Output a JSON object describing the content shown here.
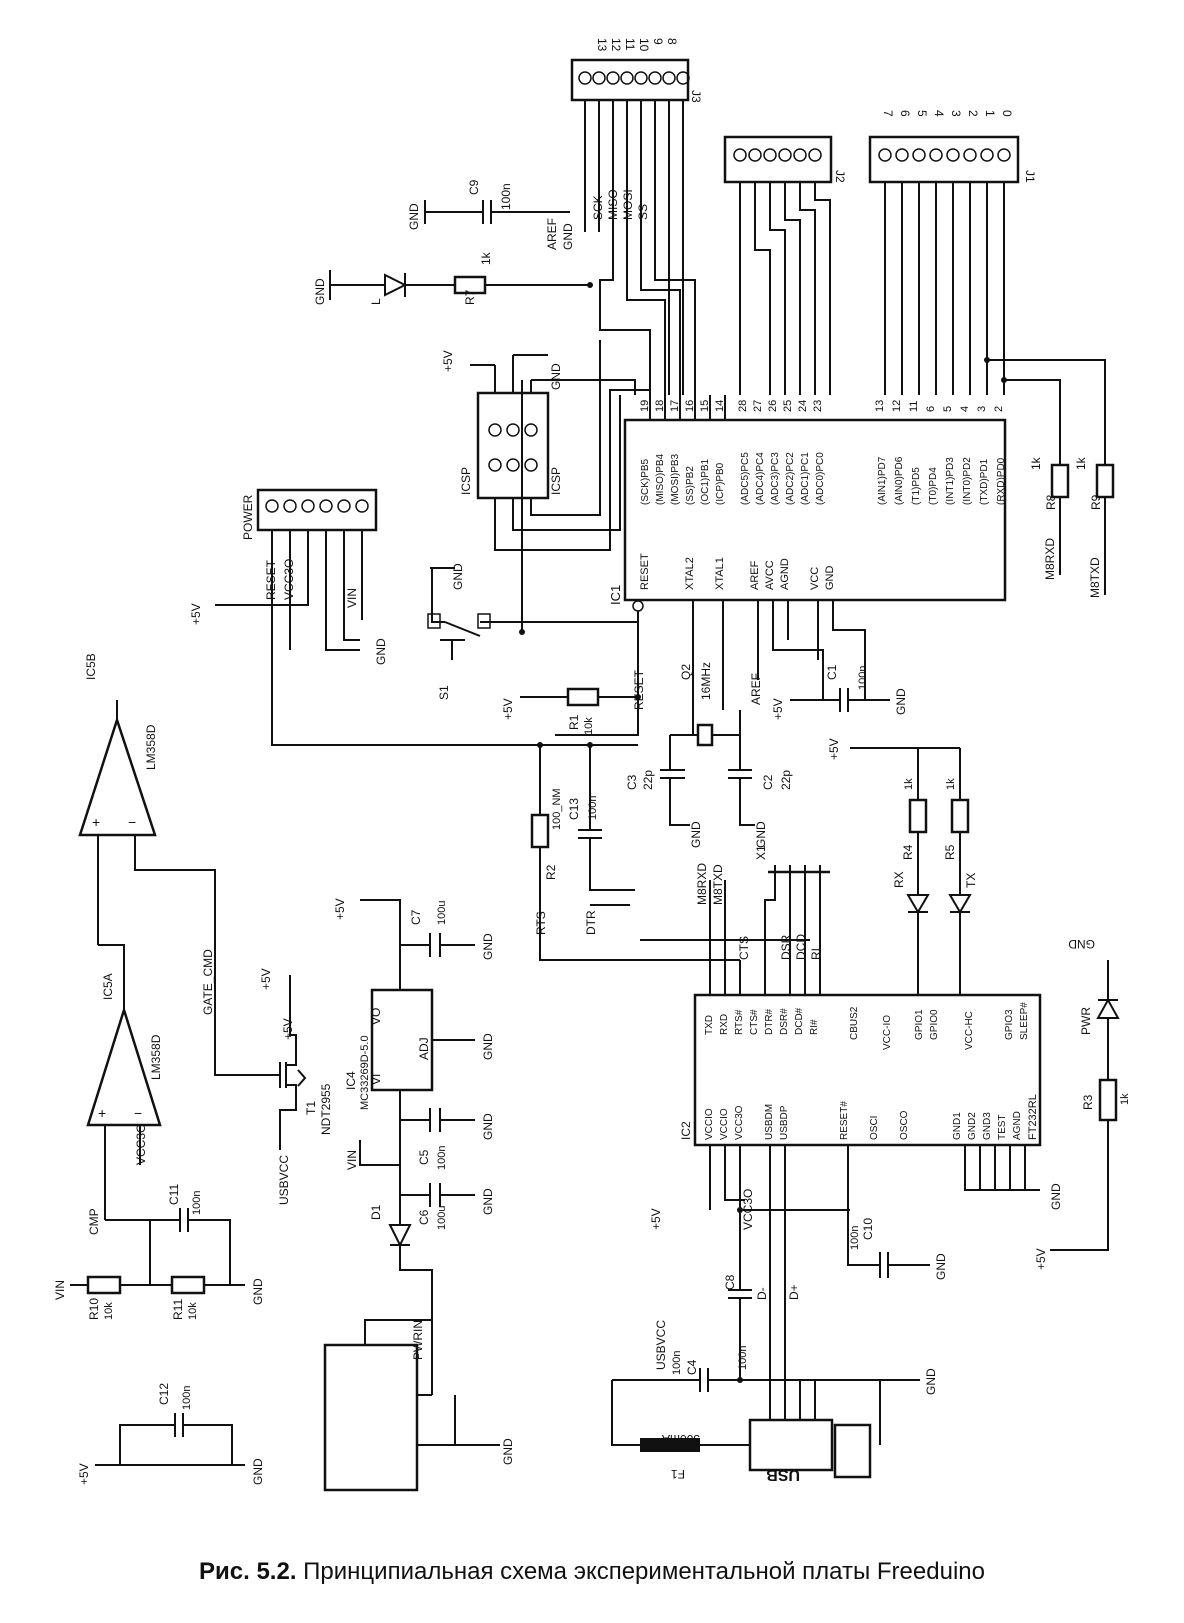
{
  "caption": {
    "number": "Рис. 5.2.",
    "text": "Принципиальная схема экспериментальной платы Freeduino"
  },
  "connectors": {
    "j3": {
      "ref": "J3",
      "pins": [
        "13",
        "12",
        "11",
        "10",
        "9",
        "8"
      ],
      "signals": [
        "AREF",
        "GND",
        "SCK",
        "MISO",
        "MOSI",
        "SS"
      ]
    },
    "j2": {
      "ref": "J2"
    },
    "j1": {
      "ref": "J1",
      "pins": [
        "7",
        "6",
        "5",
        "4",
        "3",
        "2",
        "1",
        "0"
      ]
    },
    "power": {
      "ref": "POWER",
      "signals": [
        "RESET",
        "VCC3O",
        "VIN"
      ]
    },
    "icsp": {
      "ref": "ICSP"
    },
    "usb": {
      "ref": "USB"
    },
    "x1": {
      "ref": "X1"
    },
    "pwrin": {
      "ref": "PWRIN"
    }
  },
  "mcu": {
    "ref": "IC1",
    "port_b": [
      "(SCK)PB5",
      "(MISO)PB4",
      "(MOSI)PB3",
      "(SS)PB2",
      "(OC1)PB1",
      "(ICP)PB0"
    ],
    "port_b_nums": [
      "19",
      "18",
      "17",
      "16",
      "15",
      "14"
    ],
    "port_c": [
      "(ADC5)PC5",
      "(ADC4)PC4",
      "(ADC3)PC3",
      "(ADC2)PC2",
      "(ADC1)PC1",
      "(ADC0)PC0"
    ],
    "port_c_nums": [
      "28",
      "27",
      "26",
      "25",
      "24",
      "23"
    ],
    "port_d": [
      "(AIN1)PD7",
      "(AIN0)PD6",
      "(T1)PD5",
      "(T0)PD4",
      "(INT1)PD3",
      "(INT0)PD2",
      "(TXD)PD1",
      "(RXD)PD0"
    ],
    "port_d_nums": [
      "13",
      "12",
      "11",
      "6",
      "5",
      "4",
      "3",
      "2"
    ],
    "left": [
      "RESET",
      "XTAL2",
      "XTAL1",
      "AREF",
      "AVCC",
      "AGND",
      "VCC",
      "GND"
    ]
  },
  "ftdi": {
    "ref": "IC2",
    "part": "FT232RL",
    "top_pins": [
      "TXD",
      "RXD",
      "RTS#",
      "CTS#",
      "DTR#",
      "DSR#",
      "DCD#",
      "RI#",
      "CBUS2",
      "VCC-IO",
      "GPIO1",
      "GPIO0",
      "VCC-HC",
      "GPIO3",
      "SLEEP#"
    ],
    "bottom_pins": [
      "VCCIO",
      "VCCIO",
      "VCC3O",
      "USBDM",
      "USBDP",
      "RESET#",
      "OSCI",
      "OSCO",
      "GND1",
      "GND2",
      "GND3",
      "TEST",
      "AGND"
    ]
  },
  "regulator": {
    "ref": "IC4",
    "part": "MC33269D-5.0",
    "pins": [
      "VI",
      "VO",
      "ADJ"
    ]
  },
  "opamp": {
    "a_ref": "IC5A",
    "b_ref": "IC5B",
    "part": "LM358D"
  },
  "mosfet": {
    "ref": "T1",
    "part": "NDT2955"
  },
  "crystal": {
    "ref": "Q2",
    "value": "16MHz"
  },
  "switch": {
    "ref": "S1"
  },
  "diode": {
    "ref": "D1"
  },
  "fuse": {
    "ref": "F1",
    "value": "500mA"
  },
  "leds": [
    "L",
    "RX",
    "TX",
    "PWR"
  ],
  "resistors": [
    {
      "ref": "R1",
      "value": "10k"
    },
    {
      "ref": "R2",
      "value": "100_NM"
    },
    {
      "ref": "R3",
      "value": "1k"
    },
    {
      "ref": "R4",
      "value": "1k"
    },
    {
      "ref": "R5",
      "value": "1k"
    },
    {
      "ref": "R7",
      "value": "1k"
    },
    {
      "ref": "R8",
      "value": "1k"
    },
    {
      "ref": "R9",
      "value": "1k"
    },
    {
      "ref": "R10",
      "value": "10k"
    },
    {
      "ref": "R11",
      "value": "10k"
    }
  ],
  "capacitors": [
    {
      "ref": "C1",
      "value": "100n"
    },
    {
      "ref": "C2",
      "value": "22p"
    },
    {
      "ref": "C3",
      "value": "22p"
    },
    {
      "ref": "C4",
      "value": "100n"
    },
    {
      "ref": "C5",
      "value": "100n"
    },
    {
      "ref": "C6",
      "value": "100u"
    },
    {
      "ref": "C7",
      "value": "100u"
    },
    {
      "ref": "C8",
      "value": "100n"
    },
    {
      "ref": "C9",
      "value": "100n"
    },
    {
      "ref": "C10",
      "value": "100n"
    },
    {
      "ref": "C11",
      "value": "100n"
    },
    {
      "ref": "C12",
      "value": "100n"
    },
    {
      "ref": "C13",
      "value": "100n"
    }
  ],
  "nets": {
    "gnd": "GND",
    "p5v": "+5V",
    "vin": "VIN",
    "usbvcc": "USBVCC",
    "gate": "GATE_CMD",
    "cmp": "CMP",
    "vcc3o": "VCC3O",
    "aref": "AREF",
    "reset": "RESET",
    "rts": "RTS",
    "dtr": "DTR",
    "m8rxd": "M8RXD",
    "m8txd": "M8TXD",
    "dminus": "D-",
    "dplus": "D+",
    "cts": "CTS",
    "dsr": "DSR",
    "dcd": "DCD",
    "ri": "RI"
  }
}
